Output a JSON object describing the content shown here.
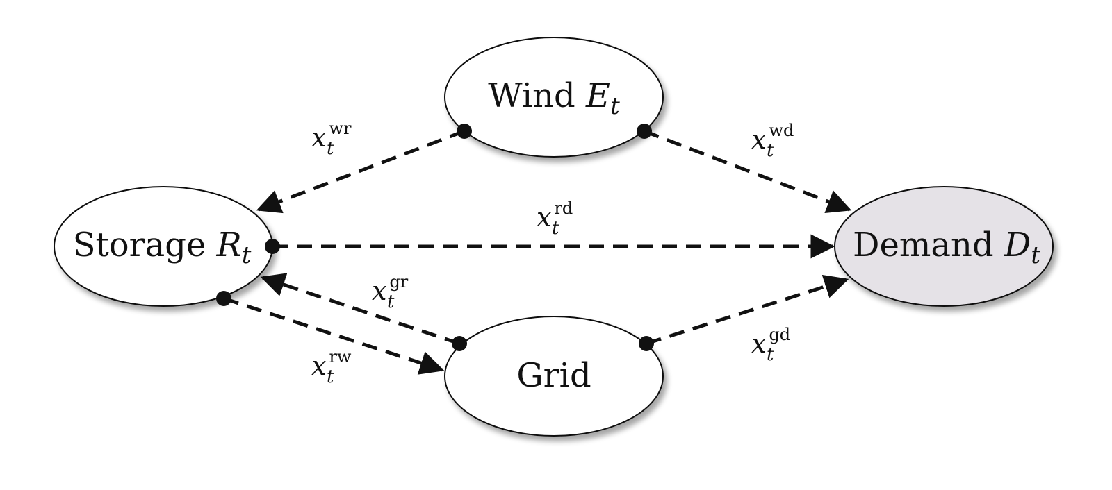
{
  "nodes": {
    "wind": {
      "label": "Wind ",
      "symbol": "E",
      "subscript": "t",
      "fill": "#ffffff"
    },
    "storage": {
      "label": "Storage ",
      "symbol": "R",
      "subscript": "t",
      "fill": "#ffffff"
    },
    "demand": {
      "label": "Demand ",
      "symbol": "D",
      "subscript": "t",
      "fill": "#e5e2e7"
    },
    "grid": {
      "label": "Grid",
      "symbol": "",
      "subscript": "",
      "fill": "#ffffff"
    }
  },
  "edges": {
    "wr": {
      "base": "x",
      "sub": "t",
      "sup": "wr",
      "from": "Wind",
      "to": "Storage"
    },
    "wd": {
      "base": "x",
      "sub": "t",
      "sup": "wd",
      "from": "Wind",
      "to": "Demand"
    },
    "rd": {
      "base": "x",
      "sub": "t",
      "sup": "rd",
      "from": "Storage",
      "to": "Demand"
    },
    "gr": {
      "base": "x",
      "sub": "t",
      "sup": "gr",
      "from": "Grid",
      "to": "Storage"
    },
    "rw": {
      "base": "x",
      "sub": "t",
      "sup": "rw",
      "from": "Storage",
      "to": "Grid"
    },
    "gd": {
      "base": "x",
      "sub": "t",
      "sup": "gd",
      "from": "Grid",
      "to": "Demand"
    }
  },
  "colors": {
    "stroke": "#111111",
    "shadow": "#c8c8c8"
  }
}
